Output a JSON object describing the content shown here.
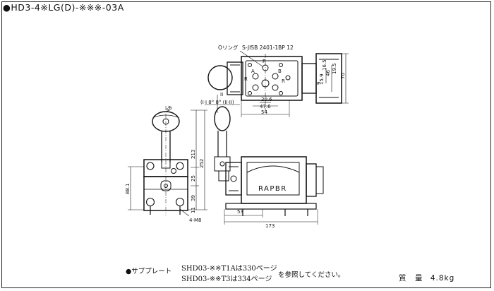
{
  "title": "●HD3-4※LG(D)-※※※-03A",
  "top_view": {
    "oring_label": "Oリング",
    "jis_label": "S-JISB 2401-1BP 12",
    "ports": {
      "p": "P",
      "a": "A",
      "b": "B",
      "r1": "R",
      "r2": "R"
    },
    "dims": {
      "d54": "54",
      "d47_6": "47.6",
      "d20_6": "20.6",
      "d9": "9",
      "d15_9": "15.9",
      "d46": "46",
      "d70": "70",
      "d16_5": "16.5",
      "d19_5": "19.5"
    },
    "position_marks": {
      "upper": "II",
      "lower": "(I·I  8°  8°  (II·II)"
    }
  },
  "front_view": {
    "dims": {
      "d213": "213",
      "d252": "252",
      "d25": "25",
      "d39": "39",
      "d11": "11",
      "d88_1": "88.1",
      "d48": "48",
      "bolt": "4-M8"
    }
  },
  "side_view": {
    "plate_text": "RAPBR",
    "dims": {
      "d53": "53",
      "d173": "173"
    }
  },
  "footnote": {
    "lead": "●サブプレート",
    "line1": "SHD03-※※T1Aは330ページ",
    "line2": "SHD03-※※T3は334ページ",
    "tail": "を参照してください。"
  },
  "mass": {
    "label": "質　量",
    "value": "4.8kg"
  }
}
